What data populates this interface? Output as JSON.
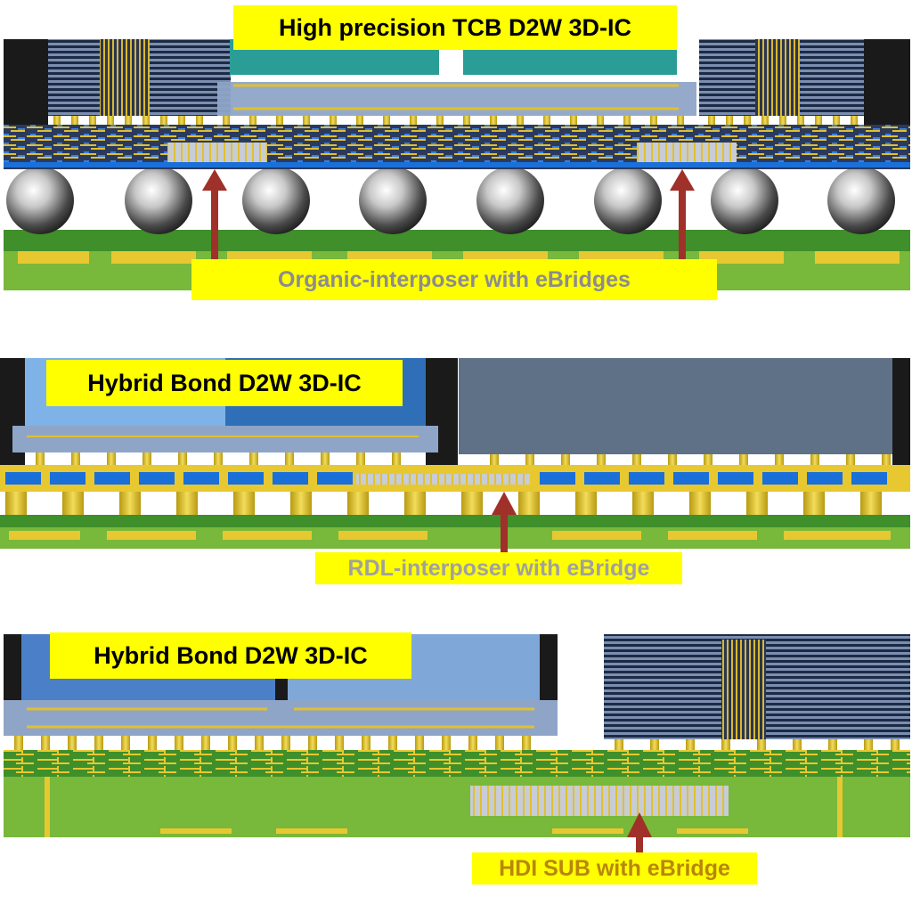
{
  "panels": [
    {
      "title": "High precision TCB D2W 3D-IC",
      "callout": "Organic-interposer with eBridges"
    },
    {
      "title": "Hybrid Bond D2W 3D-IC",
      "callout": "RDL-interposer with eBridge"
    },
    {
      "title": "Hybrid Bond D2W 3D-IC",
      "callout": "HDI SUB with eBridge"
    }
  ],
  "colors": {
    "label_bg": "#ffff00",
    "title_text": "#000000",
    "callout_text_1": "#8c8c8c",
    "callout_text_2": "#a0a0a0",
    "callout_text_3": "#b8860b",
    "arrow": "#a0302a",
    "substrate_green": "#78b83a",
    "copper": "#e8c830",
    "rdl_blue": "#1a6fd8",
    "die_teal": "#2a9d96",
    "die_slate": "#5f7186",
    "die_blue": "#4b7fc8",
    "die_lightblue": "#7fa8d8"
  }
}
